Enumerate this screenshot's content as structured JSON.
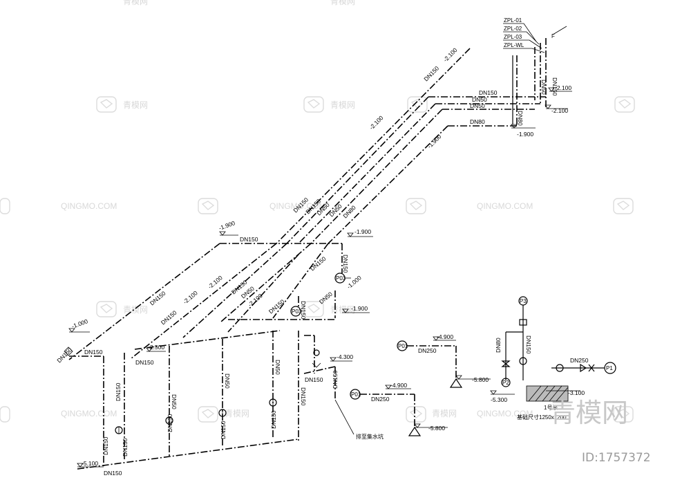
{
  "watermark": {
    "text": "QINGMO.COM",
    "brand_cn": "青模网",
    "brand_small": "青模网",
    "id": "ID:1757372"
  },
  "risers": [
    "ZPL-01",
    "ZPL-02",
    "ZPL-03",
    "ZPL-WL"
  ],
  "riser_tag": "F",
  "pipe_labels": {
    "dn150": "DN150",
    "dn50": "DN50",
    "dn80": "DN80",
    "dn250": "DN250"
  },
  "levels": {
    "l2100": "-2.100",
    "l1900": "-1.900",
    "l1000": "-1.000",
    "l2500": "-2.500",
    "l4900": "-4.900",
    "l4300": "-4.300",
    "l5800": "-5.800",
    "l5100": "-5.100",
    "l5300": "-5.300",
    "l3100": "-3.100"
  },
  "tags": {
    "p01": "P01",
    "p03": "P03",
    "p1": "P1",
    "p2": "P2",
    "p3": "P3"
  },
  "notes": {
    "sump": "排至集水坑",
    "pump_title": "1号泵",
    "pump_size": "基础尺寸1250x1200"
  }
}
